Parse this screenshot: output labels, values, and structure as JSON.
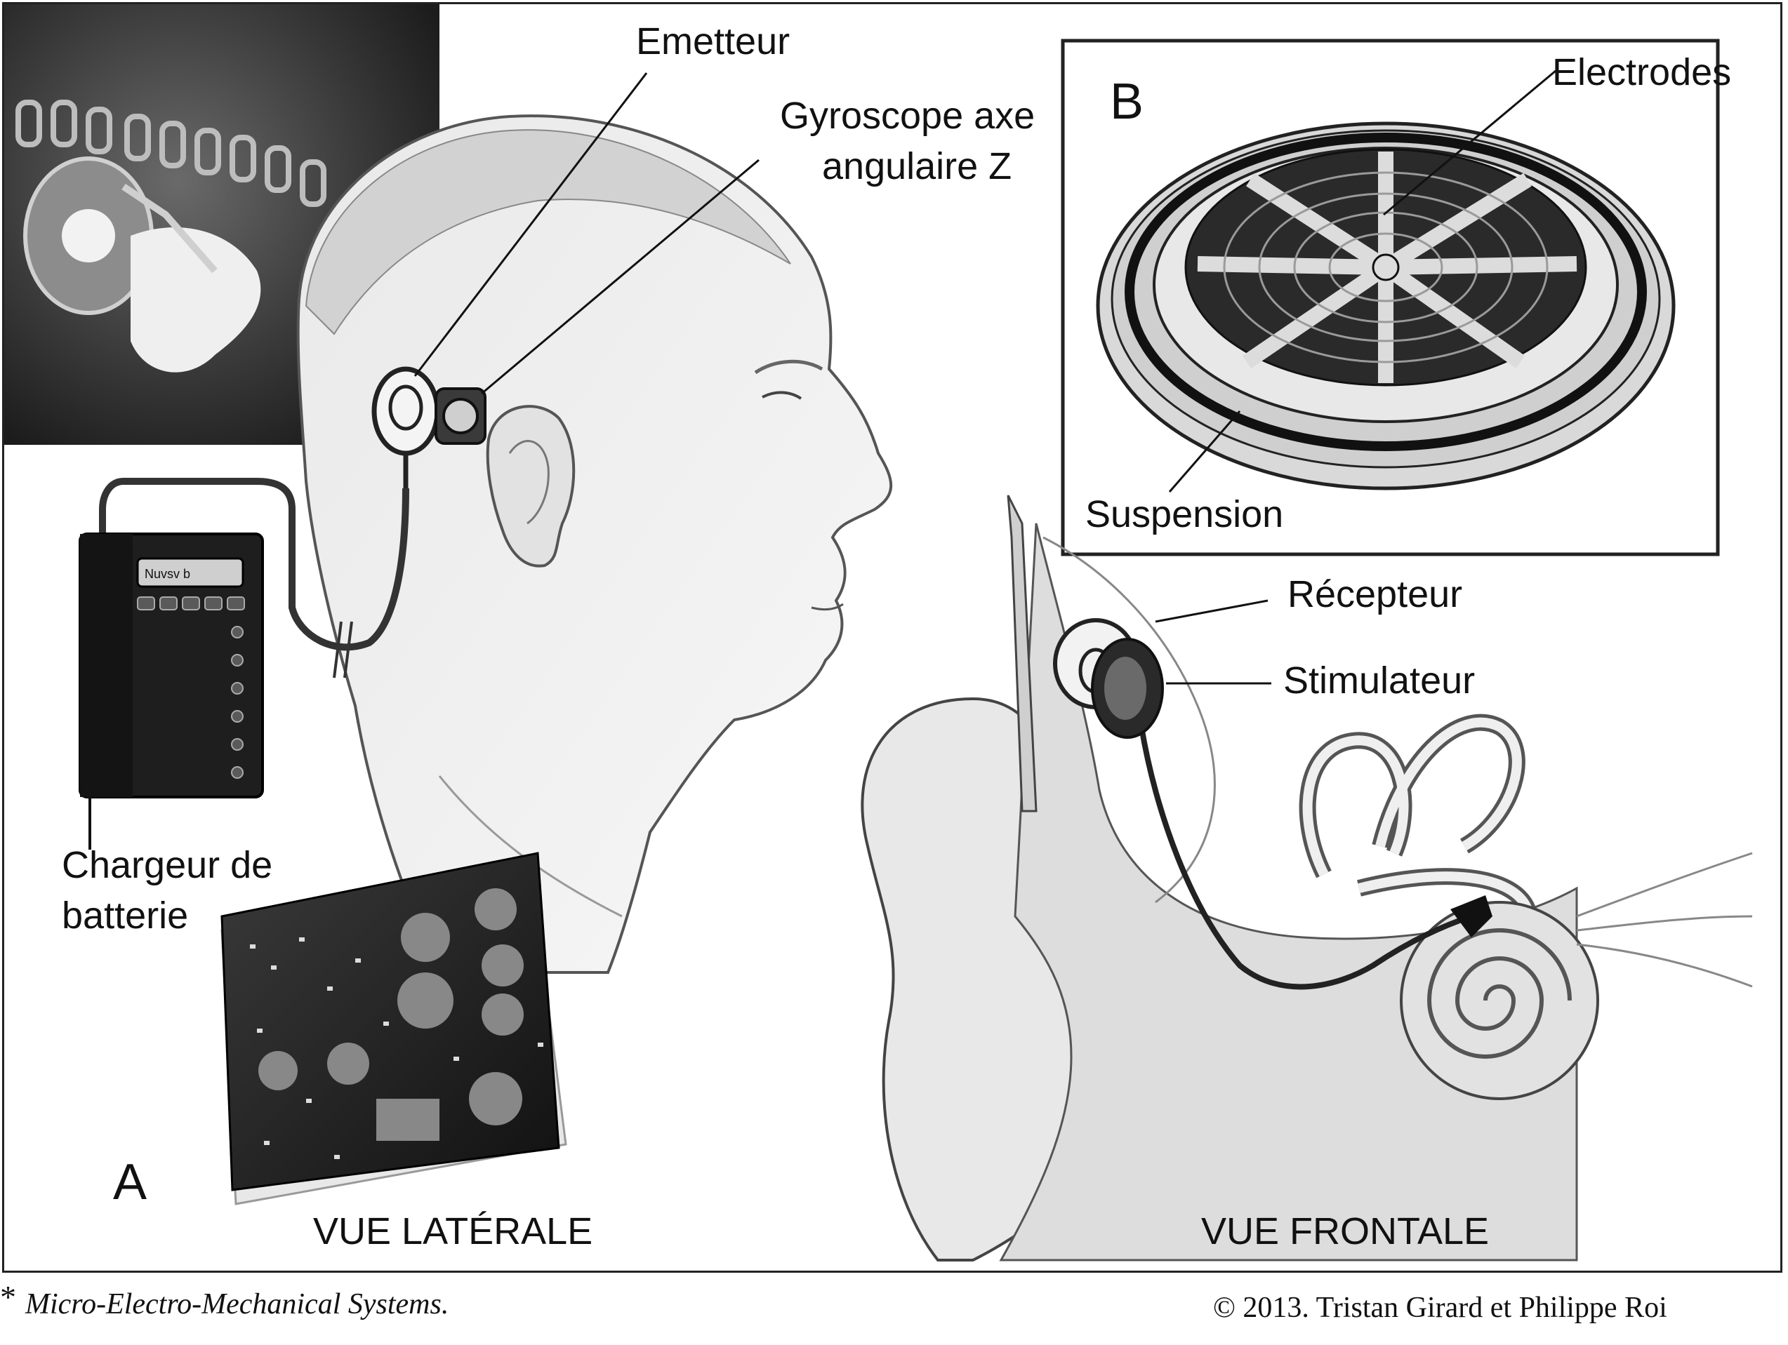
{
  "labels": {
    "emetteur": "Emetteur",
    "gyroscope_line1": "Gyroscope axe",
    "gyroscope_line2": "angulaire Z",
    "electrodes": "Electrodes",
    "panel_b": "B",
    "suspension": "Suspension",
    "recepteur": "Récepteur",
    "stimulateur": "Stimulateur",
    "chargeur_line1": "Chargeur de",
    "chargeur_line2": "batterie",
    "panel_a": "A",
    "vue_laterale": "VUE LATÉRALE",
    "vue_frontale": "VUE FRONTALE"
  },
  "footer": {
    "asterisk": "*",
    "footnote": "Micro-Electro-Mechanical Systems.",
    "copyright": "© 2013. Tristan Girard et Philippe Roi"
  },
  "charger_display": "Nuvsv b"
}
